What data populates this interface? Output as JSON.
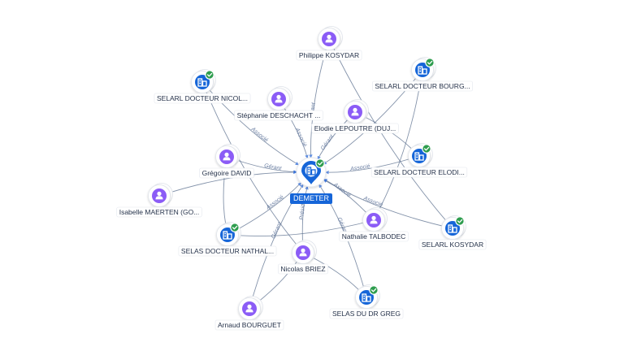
{
  "center": {
    "name": "DEMETER",
    "icon": "building-icon",
    "verified": true
  },
  "nodes": [
    {
      "id": "kosydar_p",
      "label": "Philippe KOSYDAR",
      "kind": "person"
    },
    {
      "id": "bourg",
      "label": "SELARL DOCTEUR BOURG...",
      "kind": "company",
      "verified": true
    },
    {
      "id": "nicol",
      "label": "SELARL DOCTEUR NICOL...",
      "kind": "company",
      "verified": true
    },
    {
      "id": "deschacht",
      "label": "Stéphanie DESCHACHT ...",
      "kind": "person"
    },
    {
      "id": "lepoutre",
      "label": "Elodie LEPOUTRE (DUJ...",
      "kind": "person"
    },
    {
      "id": "elodi",
      "label": "SELARL DOCTEUR ELODI...",
      "kind": "company",
      "verified": true
    },
    {
      "id": "david",
      "label": "Grégoire DAVID",
      "kind": "person"
    },
    {
      "id": "maerten",
      "label": "Isabelle MAERTEN (GO...",
      "kind": "person"
    },
    {
      "id": "talbodec",
      "label": "Nathalie TALBODEC",
      "kind": "person"
    },
    {
      "id": "kosydar_c",
      "label": "SELARL KOSYDAR",
      "kind": "company",
      "verified": true
    },
    {
      "id": "nathal",
      "label": "SELAS DOCTEUR NATHAL...",
      "kind": "company",
      "verified": true
    },
    {
      "id": "briez",
      "label": "Nicolas BRIEZ",
      "kind": "person"
    },
    {
      "id": "greg",
      "label": "SELAS DU DR GREG",
      "kind": "company",
      "verified": true
    },
    {
      "id": "bourguet",
      "label": "Arnaud BOURGUET",
      "kind": "person"
    }
  ],
  "edges": [
    {
      "from": "kosydar_p",
      "to": "center",
      "label": "Gérant"
    },
    {
      "from": "bourg",
      "to": "center",
      "label": ""
    },
    {
      "from": "nicol",
      "to": "center",
      "label": "Associé"
    },
    {
      "from": "deschacht",
      "to": "center",
      "label": "Associé"
    },
    {
      "from": "lepoutre",
      "to": "center",
      "label": "Gérant"
    },
    {
      "from": "elodi",
      "to": "center",
      "label": "Associé"
    },
    {
      "from": "david",
      "to": "center",
      "label": "Gérant"
    },
    {
      "from": "maerten",
      "to": "center",
      "label": "Associé"
    },
    {
      "from": "talbodec",
      "to": "center",
      "label": "Associé"
    },
    {
      "from": "kosydar_c",
      "to": "center",
      "label": "Associé"
    },
    {
      "from": "nathal",
      "to": "center",
      "label": "Associé"
    },
    {
      "from": "briez",
      "to": "center",
      "label": "Président"
    },
    {
      "from": "greg",
      "to": "center",
      "label": "Gérant"
    },
    {
      "from": "bourguet",
      "to": "center",
      "label": "Gérant"
    },
    {
      "from": "kosydar_p",
      "to": "kosydar_c",
      "label": ""
    },
    {
      "from": "bourg",
      "to": "talbodec",
      "label": ""
    },
    {
      "from": "nicol",
      "to": "briez",
      "label": ""
    },
    {
      "from": "lepoutre",
      "to": "elodi",
      "label": ""
    },
    {
      "from": "david",
      "to": "nathal",
      "label": ""
    },
    {
      "from": "briez",
      "to": "greg",
      "label": ""
    },
    {
      "from": "bourguet",
      "to": "briez",
      "label": ""
    },
    {
      "from": "talbodec",
      "to": "nathal",
      "label": ""
    }
  ],
  "colors": {
    "person": "#8b5cf6",
    "company": "#1565d8",
    "verified": "#2e9d4e",
    "center_label_bg": "#1565d8",
    "edge": "#5b6f8e"
  }
}
